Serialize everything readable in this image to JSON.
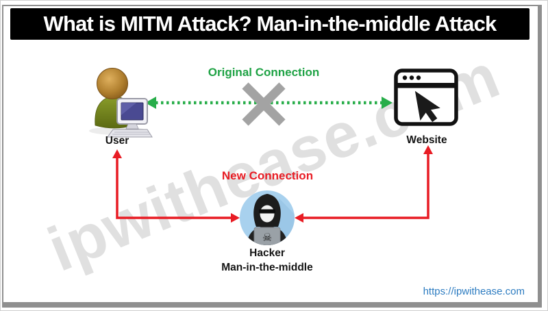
{
  "title": "What is MITM Attack? Man-in-the-middle Attack",
  "watermark": "ipwithease.com",
  "footer": {
    "link": "https://ipwithease.com"
  },
  "diagram": {
    "original_connection": {
      "label": "Original Connection",
      "style": "green-dotted-double-headed-arrow",
      "status": "blocked-with-gray-x"
    },
    "new_connection": {
      "label": "New Connection",
      "style": "red-solid-elbow-arrows-through-hacker"
    },
    "nodes": {
      "user": {
        "label": "User",
        "icon": "person-at-computer-icon"
      },
      "website": {
        "label": "Website",
        "icon": "browser-window-cursor-icon"
      },
      "hacker": {
        "label": "Hacker",
        "sublabel": "Man-in-the-middle",
        "icon": "hooded-hacker-laptop-icon"
      }
    }
  },
  "icons": {
    "skull_glyph": "☠"
  },
  "colors": {
    "title_bg": "#000000",
    "title_text": "#ffffff",
    "green": "#1ea244",
    "red": "#e81c24",
    "gray_x": "#a3a3a3",
    "hacker_circle": "#a8d1ee",
    "link_blue": "#2d7cc1",
    "frame_gray": "#8f8f8f"
  }
}
